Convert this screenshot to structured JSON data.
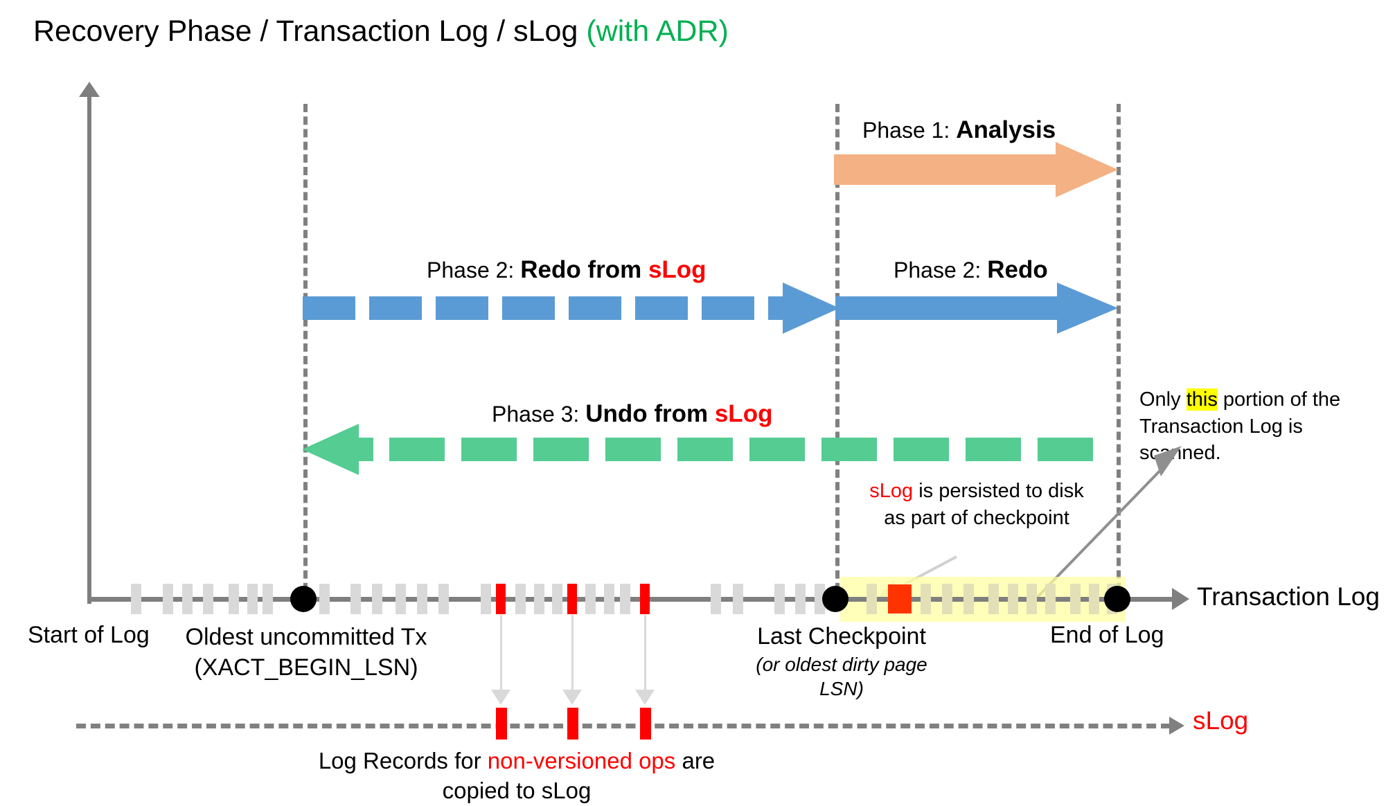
{
  "title": {
    "main": "Recovery Phase / Transaction Log / sLog ",
    "accent": "(with ADR)",
    "accent_color": "#00b050"
  },
  "colors": {
    "analysis_arrow": "#f4b183",
    "redo_arrow": "#5b9bd5",
    "undo_arrow": "#54cc92",
    "axis_gray": "#7f7f7f",
    "log_record": "#d9d9d9",
    "nonversioned": "#ff0000",
    "highlight": "#ffff00",
    "scan_band": "#ffffa0",
    "checkpoint_record": "#ff3300"
  },
  "phases": [
    {
      "id": "phase-1",
      "prefix": "Phase 1: ",
      "name": "Analysis",
      "style": "solid",
      "color": "#f4b183",
      "direction": "right",
      "from": "Last Checkpoint",
      "to": "End of Log"
    },
    {
      "id": "phase-2-slog",
      "prefix": "Phase 2: ",
      "name": "Redo from ",
      "name_accent": "sLog",
      "style": "dashed",
      "color": "#5b9bd5",
      "direction": "right",
      "from": "Oldest uncommitted Tx",
      "to": "Last Checkpoint"
    },
    {
      "id": "phase-2-redo",
      "prefix": "Phase 2: ",
      "name": "Redo",
      "style": "solid",
      "color": "#5b9bd5",
      "direction": "right",
      "from": "Last Checkpoint",
      "to": "End of Log"
    },
    {
      "id": "phase-3-undo",
      "prefix": "Phase 3: ",
      "name": "Undo from ",
      "name_accent": "sLog",
      "style": "dashed",
      "color": "#54cc92",
      "direction": "left",
      "from": "End of Log",
      "to": "Oldest uncommitted Tx"
    }
  ],
  "annotations": {
    "slog_persist": {
      "accent": "sLog",
      "rest": " is persisted to disk as part of checkpoint"
    },
    "scan_portion": {
      "pre": "Only ",
      "highlight": "this",
      "post": " portion of the Transaction Log is scanned."
    }
  },
  "timeline": {
    "label": "Transaction Log",
    "markers": [
      {
        "id": "start-of-log",
        "label": "Start of Log",
        "sub": ""
      },
      {
        "id": "oldest-tx",
        "label": "Oldest uncommitted Tx",
        "sub": "(XACT_BEGIN_LSN)"
      },
      {
        "id": "last-checkpoint",
        "label": "Last Checkpoint",
        "sub": "(or oldest dirty page LSN)"
      },
      {
        "id": "end-of-log",
        "label": "End of Log",
        "sub": ""
      }
    ]
  },
  "slog": {
    "label": "sLog",
    "caption_pre": "Log Records for ",
    "caption_accent": "non-versioned ops",
    "caption_post": " are copied to sLog"
  }
}
